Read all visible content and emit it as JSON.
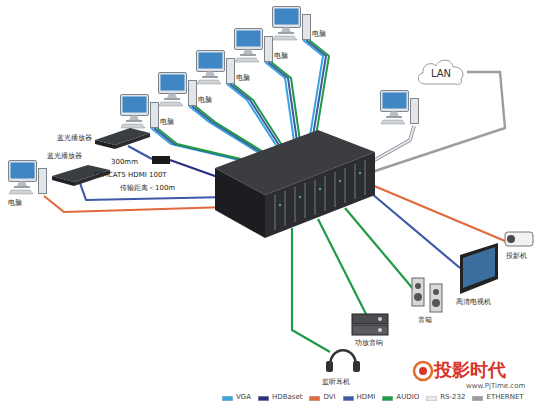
{
  "diagram": {
    "nodes": [
      {
        "text": [
          "LAN"
        ]
      }
    ],
    "labels": [
      "电脑",
      "电脑",
      "电脑",
      "电脑",
      "电脑",
      "蓝光播放器",
      "300mm",
      "CR-iCAT5 HDMI 100T",
      "蓝光播放器",
      "传输距离＜100m",
      "电脑",
      "投影机",
      "高清电视机",
      "音箱",
      "功放音响",
      "监听耳机",
      "投影时代",
      "www.PjTime.com"
    ],
    "legend": [
      {
        "text": "VGA",
        "color": "#39a7dd"
      },
      {
        "text": "HDBaset",
        "color": "#2a2f7f"
      },
      {
        "text": "DVI",
        "color": "#e2683f"
      },
      {
        "text": "HDMI",
        "color": "#3f5aa8"
      },
      {
        "text": "AUDIO",
        "color": "#1f9a45"
      },
      {
        "text": "RS-232",
        "color": "#e9e9f2"
      },
      {
        "text": "ETHERNET",
        "color": "#9d9d9d"
      }
    ]
  }
}
